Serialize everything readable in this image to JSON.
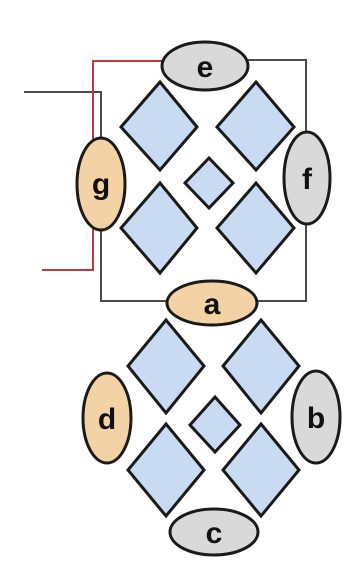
{
  "colors": {
    "background": "#ffffff",
    "diamond_fill": "#c9dbf3",
    "diamond_stroke": "#1a1a1a",
    "oval_tan": "#f3d3a6",
    "oval_gray": "#d9d9d9",
    "oval_stroke": "#1a1a1a",
    "wire_red": "#c0383c",
    "wire_dark": "#4a4a4a"
  },
  "labels": {
    "a": "a",
    "b": "b",
    "c": "c",
    "d": "d",
    "e": "e",
    "f": "f",
    "g": "g"
  },
  "ovals": [
    {
      "key": "e",
      "tone": "gray"
    },
    {
      "key": "g",
      "tone": "tan"
    },
    {
      "key": "f",
      "tone": "gray"
    },
    {
      "key": "a",
      "tone": "tan"
    },
    {
      "key": "d",
      "tone": "tan"
    },
    {
      "key": "b",
      "tone": "gray"
    },
    {
      "key": "c",
      "tone": "gray"
    }
  ]
}
